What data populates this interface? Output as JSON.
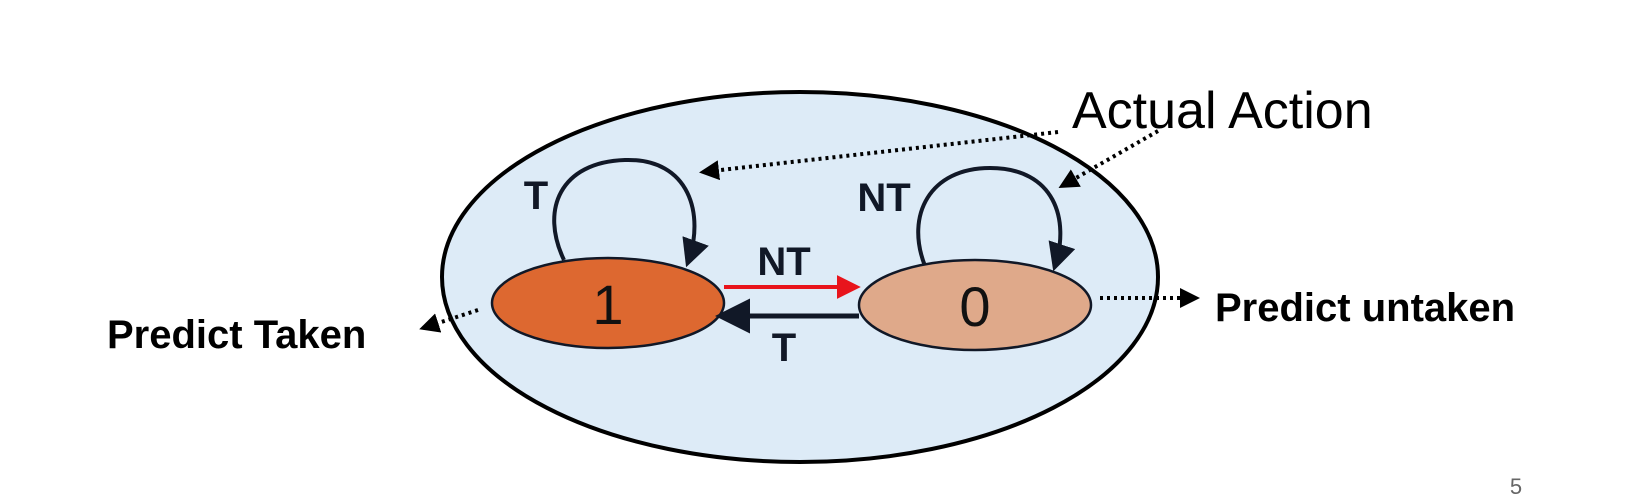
{
  "states": [
    {
      "label": "1",
      "fill": "#DD6830"
    },
    {
      "label": "0",
      "fill": "#DFA98A"
    }
  ],
  "transitions": {
    "self_loop_1": "T",
    "self_loop_0": "NT",
    "one_to_zero": "NT",
    "zero_to_one": "T"
  },
  "annotations": {
    "actual_action": "Actual Action",
    "predict_taken": "Predict Taken",
    "predict_untaken": "Predict untaken"
  },
  "page_number": "5",
  "colors": {
    "background_ellipse": "#DDEBF7",
    "highlight_arrow": "#E8141C",
    "arrow": "#111827"
  }
}
